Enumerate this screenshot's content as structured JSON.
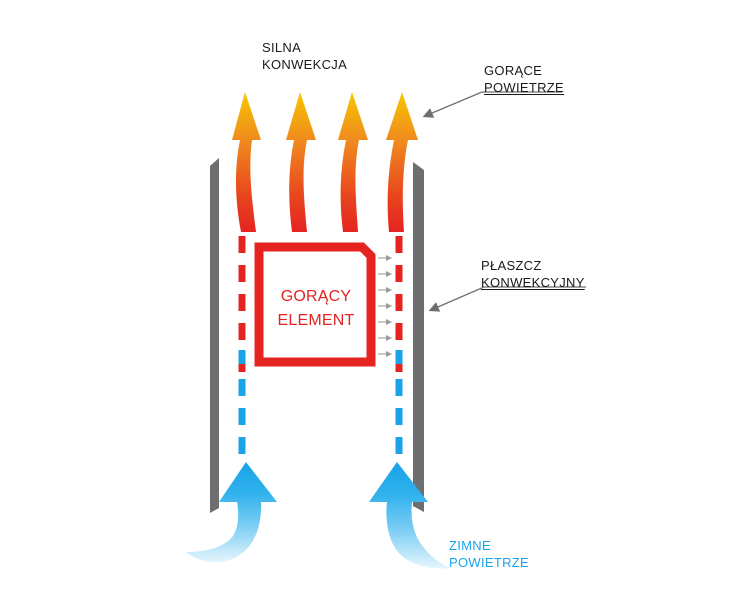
{
  "labels": {
    "strong_convection": [
      "SILNA",
      "KONWEKCJA"
    ],
    "hot_air": [
      "GORĄCE",
      "POWIETRZE"
    ],
    "convection_jacket": [
      "PŁASZCZ",
      "KONWEKCYJNY"
    ],
    "cold_air": [
      "ZIMNE",
      "POWIETRZE"
    ],
    "heating_element": [
      "GORĄCY",
      "ELEMENT"
    ]
  },
  "colors": {
    "hot": "#e52421",
    "cold": "#1aa3e8",
    "jacket": "#6d6e70",
    "leader": "#6d6e70",
    "heat_arrow": "#9a9a9a",
    "text": "#1a1a1a",
    "flame_top": "#f7c600",
    "flame_mid": "#f08a1e",
    "flame_bottom": "#e52421"
  },
  "icons": [
    "flame-arrow-icon",
    "cold-air-arrow-icon",
    "heat-radiation-arrow-icon",
    "leader-arrow-icon"
  ]
}
